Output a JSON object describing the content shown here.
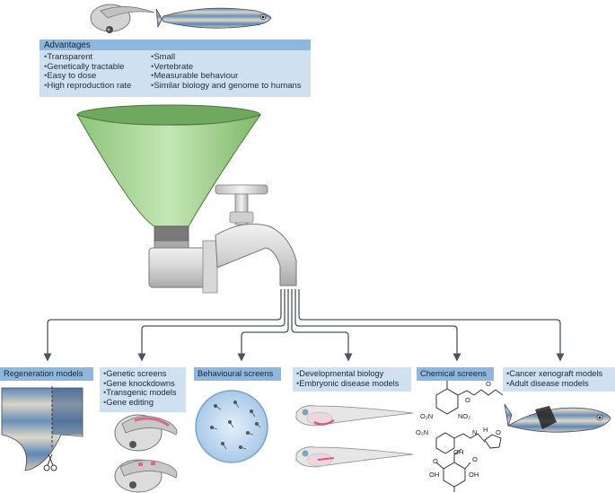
{
  "advantages": {
    "title": "Advantages",
    "col1": [
      "Transparent",
      "Genetically tractable",
      "Easy to dose",
      "High reproduction rate"
    ],
    "col2": [
      "Small",
      "Vertebrate",
      "Measurable behaviour",
      "Similar biology and genome to humans"
    ]
  },
  "applications": {
    "regeneration": "Regeneration models",
    "genetic": [
      "Genetic screens",
      "Gene knockdowns",
      "Transgenic models",
      "Gene editing"
    ],
    "behavioural": "Behavioural screens",
    "developmental": [
      "Developmental biology",
      "Embryonic disease models"
    ],
    "chemical": "Chemical screens",
    "cancer": [
      "Cancer xenograft models",
      "Adult disease models"
    ]
  },
  "chemistry": {
    "no2_a": "O₂N",
    "no2_b": "NO₂",
    "no2_c": "O₂N",
    "oh": "OH",
    "o1": "O",
    "o2": "O",
    "o3": "O",
    "n": "N",
    "h": "H",
    "oh2": "OH",
    "oh3": "OH",
    "o4": "O",
    "o5": "O"
  },
  "colors": {
    "funnel": "#9fd18a",
    "label_header": "#8fb6dd",
    "label_body": "#cfe0f1",
    "arrow": "#4a5560"
  }
}
